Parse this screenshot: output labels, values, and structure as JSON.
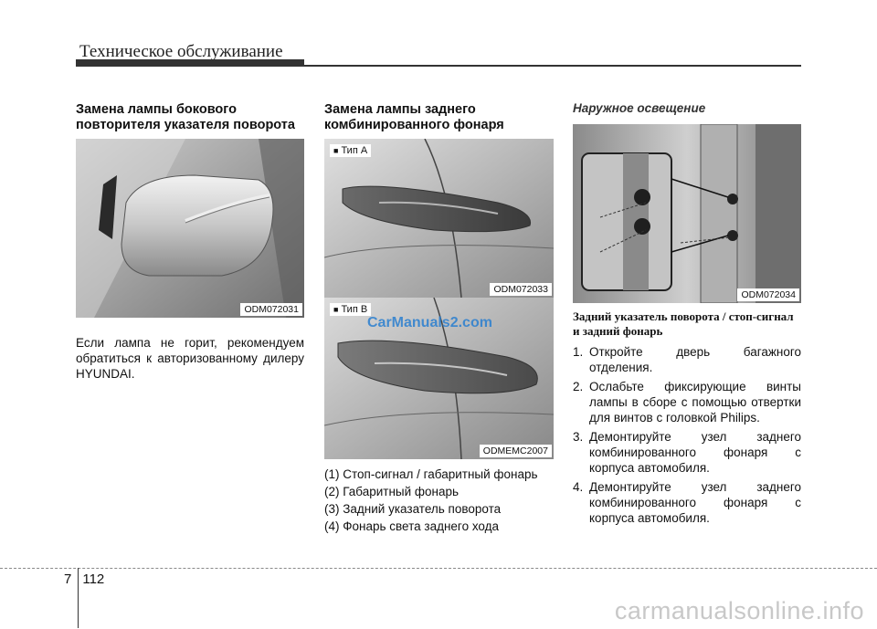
{
  "header": {
    "title": "Техническое обслуживание"
  },
  "col1": {
    "heading": "Замена лампы бокового повторителя указателя поворота",
    "figure_code": "ODM072031",
    "body": "Если лампа не горит, рекомендуем обратиться к авторизованному дилеру HYUNDAI."
  },
  "col2": {
    "heading": "Замена лампы заднего комбинированного фонаря",
    "figA": {
      "label": "Тип A",
      "code": "ODM072033"
    },
    "figB": {
      "label": "Тип B",
      "code": "ODMEMC2007"
    },
    "items": [
      "(1) Стоп-сигнал / габаритный фонарь",
      "(2) Габаритный фонарь",
      "(3) Задний указатель поворота",
      "(4) Фонарь света заднего хода"
    ]
  },
  "col3": {
    "heading": "Наружное освещение",
    "figure_code": "ODM072034",
    "subheading": "Задний указатель поворота / стоп-сигнал и задний фонарь",
    "steps": [
      {
        "n": "1.",
        "text": "Откройте дверь багажного отделения."
      },
      {
        "n": "2.",
        "text": "Ослабьте фиксирующие винты лампы в сборе с помощью отвертки для винтов с головкой Philips."
      },
      {
        "n": "3.",
        "text": "Демонтируйте узел заднего комбинированного фонаря с корпуса автомобиля."
      },
      {
        "n": "4.",
        "text": "Демонтируйте узел заднего комбинированного фонаря с корпуса автомобиля."
      }
    ]
  },
  "footer": {
    "chapter": "7",
    "page": "112"
  },
  "watermarks": {
    "center": "CarManuals2.com",
    "bottom": "carmanualsonline.info"
  }
}
